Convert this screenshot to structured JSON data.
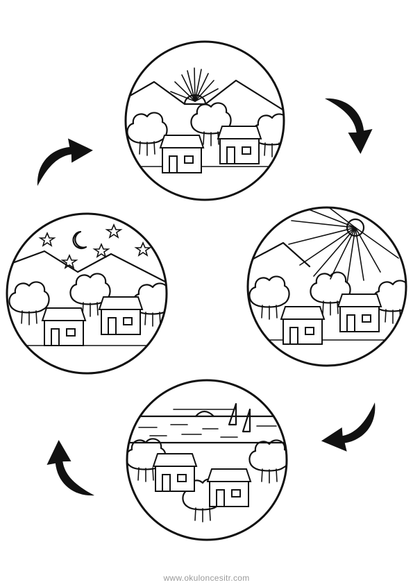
{
  "footer": {
    "watermark": "www.okuloncesitr.com"
  },
  "scenes": [
    {
      "id": "sunrise",
      "icon": "sunrise-icon"
    },
    {
      "id": "noon",
      "icon": "sun-icon"
    },
    {
      "id": "sunset",
      "icon": "sunset-over-sea-icon"
    },
    {
      "id": "night",
      "icon": "moon-stars-icon"
    }
  ],
  "cycle_direction": "clockwise",
  "colors": {
    "line": "#111111",
    "background": "#ffffff",
    "watermark": "#9a9a9a"
  }
}
